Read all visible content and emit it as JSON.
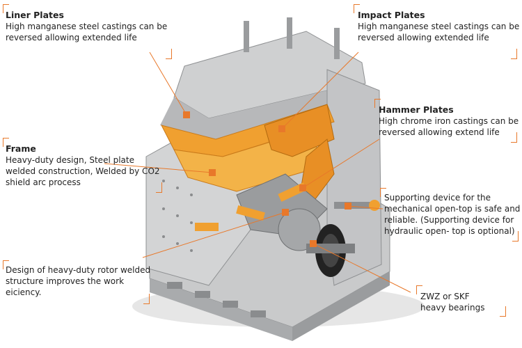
{
  "colors": {
    "accent": "#e8782a",
    "machine_gray": "#bfc0c1",
    "machine_dark": "#8e9092",
    "liner_orange": "#f0a030",
    "rotor_black": "#222222"
  },
  "callouts": {
    "liner": {
      "title": "Liner Plates",
      "desc": "High manganese steel castings can be\nreversed allowing extended life"
    },
    "impact": {
      "title": "Impact Plates",
      "desc": "High manganese steel castings can be\nreversed allowing extended life"
    },
    "hammer": {
      "title": "Hammer Plates",
      "desc": "High chrome iron castings can be\nreversed allowing extend life"
    },
    "frame": {
      "title": "Frame",
      "desc": "Heavy-duty design, Steel plate\nwelded construction, Welded by CO2\nshield arc process"
    },
    "support": {
      "desc": "Supporting device for the\nmechanical open-top is safe and\nreliable. (Supporting device for\nhydraulic open- top is optional)"
    },
    "rotor": {
      "desc": "Design of heavy-duty rotor welded\nstructure improves the work\neiciency."
    },
    "bearings": {
      "desc": "ZWZ or SKF\nheavy bearings"
    }
  }
}
